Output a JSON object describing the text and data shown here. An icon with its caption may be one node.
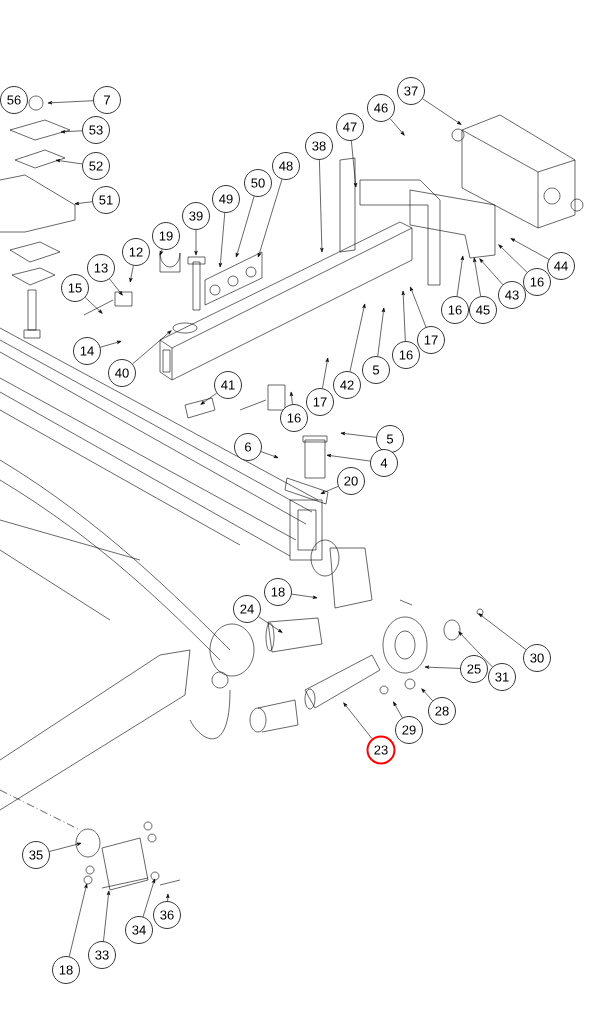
{
  "diagram": {
    "nodes": [
      {
        "text": [
          "7"
        ]
      },
      {
        "text": [
          "53"
        ]
      },
      {
        "text": [
          "52"
        ]
      },
      {
        "text": [
          "51"
        ]
      },
      {
        "text": [
          "37"
        ]
      },
      {
        "text": [
          "46"
        ]
      },
      {
        "text": [
          "47"
        ]
      },
      {
        "text": [
          "38"
        ]
      },
      {
        "text": [
          "48"
        ]
      },
      {
        "text": [
          "50"
        ]
      },
      {
        "text": [
          "49"
        ]
      },
      {
        "text": [
          "39"
        ]
      },
      {
        "text": [
          "19"
        ]
      },
      {
        "text": [
          "12"
        ]
      },
      {
        "text": [
          "13"
        ]
      },
      {
        "text": [
          "15"
        ]
      },
      {
        "text": [
          "14"
        ]
      },
      {
        "text": [
          "40"
        ]
      },
      {
        "text": [
          "41"
        ]
      },
      {
        "text": [
          "42"
        ]
      },
      {
        "text": [
          "5"
        ]
      },
      {
        "text": [
          "16"
        ]
      },
      {
        "text": [
          "17"
        ]
      },
      {
        "text": [
          "16"
        ]
      },
      {
        "text": [
          "45"
        ]
      },
      {
        "text": [
          "43"
        ]
      },
      {
        "text": [
          "16"
        ]
      },
      {
        "text": [
          "44"
        ]
      },
      {
        "text": [
          "17"
        ]
      },
      {
        "text": [
          "16"
        ]
      },
      {
        "text": [
          "6"
        ]
      },
      {
        "text": [
          "5"
        ]
      },
      {
        "text": [
          "4"
        ]
      },
      {
        "text": [
          "20"
        ]
      },
      {
        "text": [
          "18"
        ]
      },
      {
        "text": [
          "24"
        ]
      },
      {
        "text": [
          "30"
        ]
      },
      {
        "text": [
          "31"
        ]
      },
      {
        "text": [
          "25"
        ]
      },
      {
        "text": [
          "28"
        ]
      },
      {
        "text": [
          "29"
        ]
      },
      {
        "text": [
          "23"
        ]
      },
      {
        "text": [
          "35"
        ]
      },
      {
        "text": [
          "18"
        ]
      },
      {
        "text": [
          "33"
        ]
      },
      {
        "text": [
          "34"
        ]
      },
      {
        "text": [
          "36"
        ]
      },
      {
        "text": [
          "56"
        ]
      }
    ],
    "edges": [
      {
        "from": 0,
        "to": null,
        "arrow": "to"
      },
      {
        "from": 1,
        "to": null,
        "arrow": "to"
      },
      {
        "from": 2,
        "to": null,
        "arrow": "to"
      },
      {
        "from": 3,
        "to": null,
        "arrow": "to"
      },
      {
        "from": 4,
        "to": null,
        "arrow": "to"
      },
      {
        "from": 5,
        "to": null,
        "arrow": "to"
      },
      {
        "from": 6,
        "to": null,
        "arrow": "to"
      },
      {
        "from": 7,
        "to": null,
        "arrow": "to"
      },
      {
        "from": 8,
        "to": null,
        "arrow": "to"
      },
      {
        "from": 9,
        "to": null,
        "arrow": "to"
      },
      {
        "from": 10,
        "to": null,
        "arrow": "to"
      },
      {
        "from": 11,
        "to": null,
        "arrow": "to"
      },
      {
        "from": 12,
        "to": null,
        "arrow": "to"
      },
      {
        "from": 13,
        "to": null,
        "arrow": "to"
      },
      {
        "from": 14,
        "to": null,
        "arrow": "to"
      },
      {
        "from": 15,
        "to": null,
        "arrow": "to"
      },
      {
        "from": 16,
        "to": null,
        "arrow": "to"
      },
      {
        "from": 17,
        "to": null,
        "arrow": "to"
      },
      {
        "from": 18,
        "to": null,
        "arrow": "to"
      },
      {
        "from": 19,
        "to": null,
        "arrow": "to"
      },
      {
        "from": 20,
        "to": null,
        "arrow": "to"
      },
      {
        "from": 21,
        "to": null,
        "arrow": "to"
      },
      {
        "from": 22,
        "to": null,
        "arrow": "to"
      },
      {
        "from": 23,
        "to": null,
        "arrow": "to"
      },
      {
        "from": 24,
        "to": null,
        "arrow": "to"
      },
      {
        "from": 25,
        "to": null,
        "arrow": "to"
      },
      {
        "from": 26,
        "to": null,
        "arrow": "to"
      },
      {
        "from": 27,
        "to": null,
        "arrow": "to"
      },
      {
        "from": 28,
        "to": null,
        "arrow": "to"
      },
      {
        "from": 29,
        "to": null,
        "arrow": "to"
      },
      {
        "from": 30,
        "to": null,
        "arrow": "to"
      },
      {
        "from": 31,
        "to": null,
        "arrow": "to"
      },
      {
        "from": 32,
        "to": null,
        "arrow": "to"
      },
      {
        "from": 33,
        "to": null,
        "arrow": "to"
      },
      {
        "from": 34,
        "to": null,
        "arrow": "to"
      },
      {
        "from": 35,
        "to": null,
        "arrow": "to"
      },
      {
        "from": 36,
        "to": null,
        "arrow": "to"
      },
      {
        "from": 37,
        "to": null,
        "arrow": "to"
      },
      {
        "from": 38,
        "to": null,
        "arrow": "to"
      },
      {
        "from": 39,
        "to": null,
        "arrow": "to"
      },
      {
        "from": 40,
        "to": null,
        "arrow": "to"
      },
      {
        "from": 41,
        "to": null,
        "arrow": "to"
      },
      {
        "from": 42,
        "to": null,
        "arrow": "to"
      },
      {
        "from": 43,
        "to": null,
        "arrow": "to"
      },
      {
        "from": 44,
        "to": null,
        "arrow": "to"
      },
      {
        "from": 45,
        "to": null,
        "arrow": "to"
      },
      {
        "from": 46,
        "to": null,
        "arrow": "to"
      }
    ]
  }
}
